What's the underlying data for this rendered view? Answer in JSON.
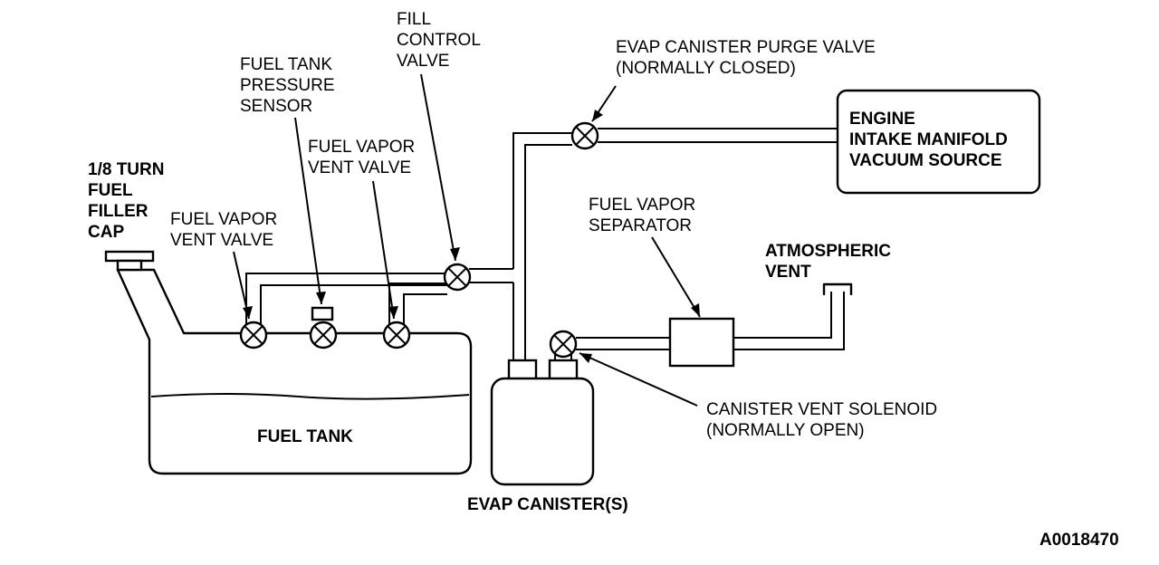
{
  "labels": {
    "filler_cap": [
      "1/8 TURN",
      "FUEL",
      "FILLER",
      "CAP"
    ],
    "vent_valve_left": [
      "FUEL VAPOR",
      "VENT VALVE"
    ],
    "pressure_sensor": [
      "FUEL TANK",
      "PRESSURE",
      "SENSOR"
    ],
    "vent_valve_right": [
      "FUEL VAPOR",
      "VENT VALVE"
    ],
    "fill_control_valve": [
      "FILL",
      "CONTROL",
      "VALVE"
    ],
    "purge_valve": [
      "EVAP CANISTER PURGE VALVE",
      "(NORMALLY CLOSED)"
    ],
    "engine_manifold": [
      "ENGINE",
      "INTAKE MANIFOLD",
      "VACUUM SOURCE"
    ],
    "vapor_separator": [
      "FUEL VAPOR",
      "SEPARATOR"
    ],
    "atmospheric_vent": [
      "ATMOSPHERIC",
      "VENT"
    ],
    "vent_solenoid": [
      "CANISTER VENT SOLENOID",
      "(NORMALLY OPEN)"
    ],
    "fuel_tank": "FUEL TANK",
    "evap_canister": "EVAP CANISTER(S)",
    "figure_id": "A0018470"
  }
}
